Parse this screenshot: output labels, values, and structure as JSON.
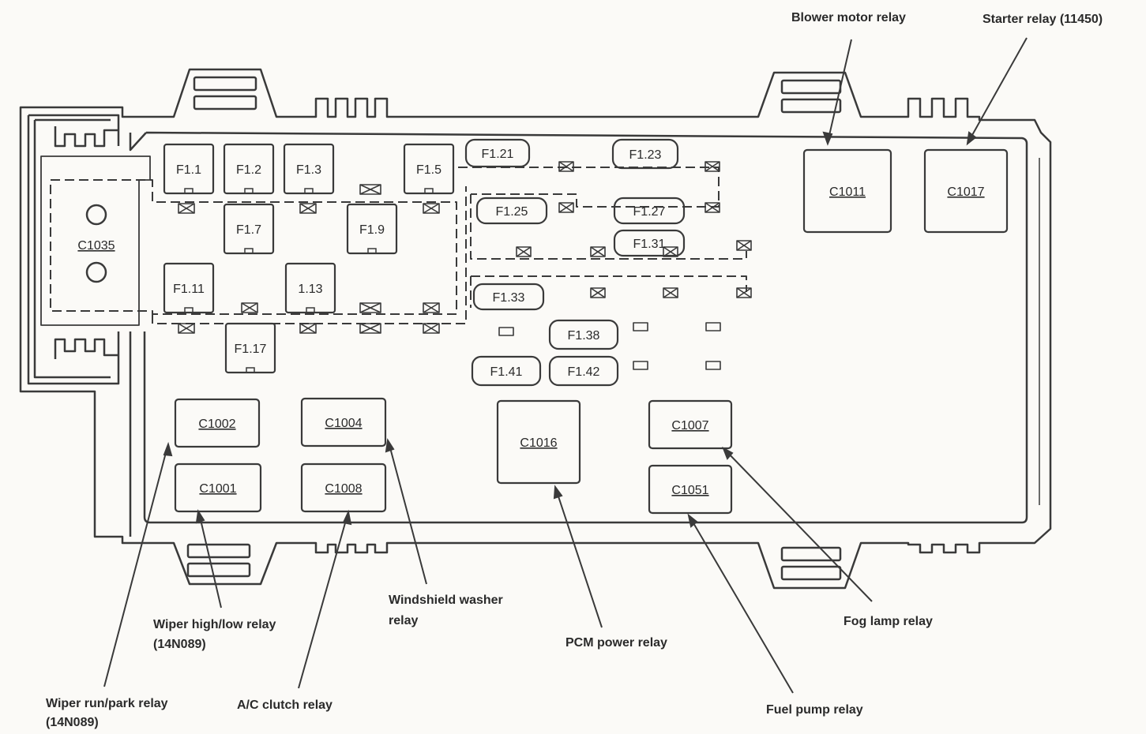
{
  "colors": {
    "ink": "#3a3a3a",
    "paper": "#fbfaf7"
  },
  "fuses": [
    {
      "id": "F1.1",
      "label": "F1.1"
    },
    {
      "id": "F1.2",
      "label": "F1.2"
    },
    {
      "id": "F1.3",
      "label": "F1.3"
    },
    {
      "id": "F1.5",
      "label": "F1.5"
    },
    {
      "id": "F1.7",
      "label": "F1.7"
    },
    {
      "id": "F1.9",
      "label": "F1.9"
    },
    {
      "id": "F1.11",
      "label": "F1.11"
    },
    {
      "id": "1.13",
      "label": "1.13"
    },
    {
      "id": "F1.17",
      "label": "F1.17"
    },
    {
      "id": "F1.21",
      "label": "F1.21"
    },
    {
      "id": "F1.23",
      "label": "F1.23"
    },
    {
      "id": "F1.25",
      "label": "F1.25"
    },
    {
      "id": "F1.27",
      "label": "F1.27"
    },
    {
      "id": "F1.31",
      "label": "F1.31"
    },
    {
      "id": "F1.33",
      "label": "F1.33"
    },
    {
      "id": "F1.38",
      "label": "F1.38"
    },
    {
      "id": "F1.41",
      "label": "F1.41"
    },
    {
      "id": "F1.42",
      "label": "F1.42"
    }
  ],
  "relays": [
    {
      "id": "C1035",
      "label": "C1035"
    },
    {
      "id": "C1011",
      "label": "C1011"
    },
    {
      "id": "C1017",
      "label": "C1017"
    },
    {
      "id": "C1002",
      "label": "C1002"
    },
    {
      "id": "C1004",
      "label": "C1004"
    },
    {
      "id": "C1001",
      "label": "C1001"
    },
    {
      "id": "C1008",
      "label": "C1008"
    },
    {
      "id": "C1016",
      "label": "C1016"
    },
    {
      "id": "C1007",
      "label": "C1007"
    },
    {
      "id": "C1051",
      "label": "C1051"
    }
  ],
  "callouts": {
    "blower_motor_relay": "Blower motor relay",
    "starter_relay": "Starter relay (11450)",
    "wiper_high_low_relay_1": "Wiper high/low relay",
    "wiper_high_low_relay_2": "(14N089)",
    "windshield_washer_relay_1": "Windshield washer",
    "windshield_washer_relay_2": "relay",
    "pcm_power_relay": "PCM power relay",
    "fog_lamp_relay": "Fog lamp relay",
    "wiper_run_park_relay_1": "Wiper run/park relay",
    "wiper_run_park_relay_2": "(14N089)",
    "ac_clutch_relay": "A/C clutch relay",
    "fuel_pump_relay": "Fuel pump relay"
  }
}
